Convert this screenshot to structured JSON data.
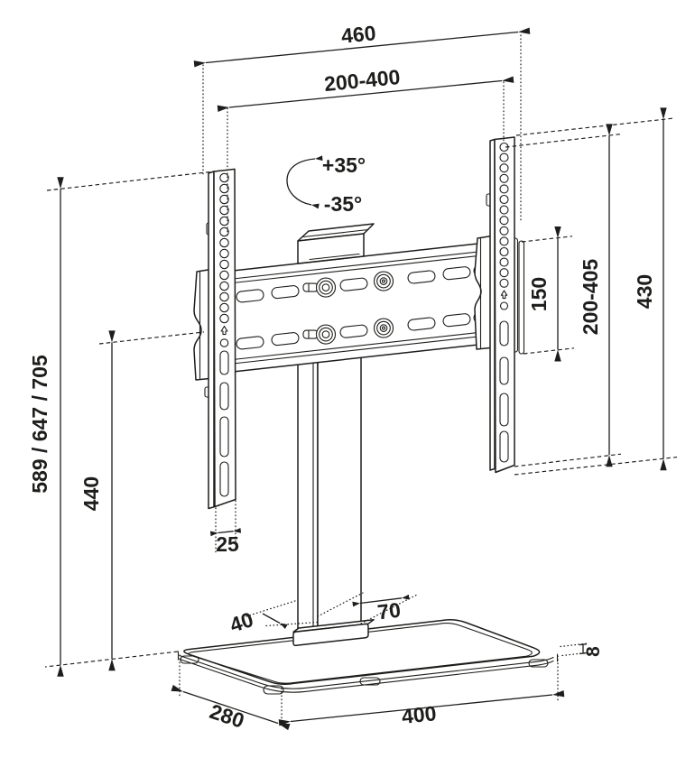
{
  "diagram": {
    "type": "technical-drawing",
    "subject": "tabletop TV stand with swivel VESA mount, dimensions in mm",
    "colors": {
      "line": "#1d1d1b",
      "background": "#ffffff"
    },
    "labels": {
      "total_width": "460",
      "vesa_width": "200-400",
      "swivel_up": "+35°",
      "swivel_down": "-35°",
      "rail_height": "150",
      "vesa_height": "200-405",
      "bracket_height": "430",
      "overall_heights": "589 / 647 / 705",
      "bracket_drop": "440",
      "strip_width": "25",
      "column_depth": "40",
      "column_width": "70",
      "base_depth": "280",
      "base_width": "400",
      "glass_thickness": "8"
    }
  }
}
